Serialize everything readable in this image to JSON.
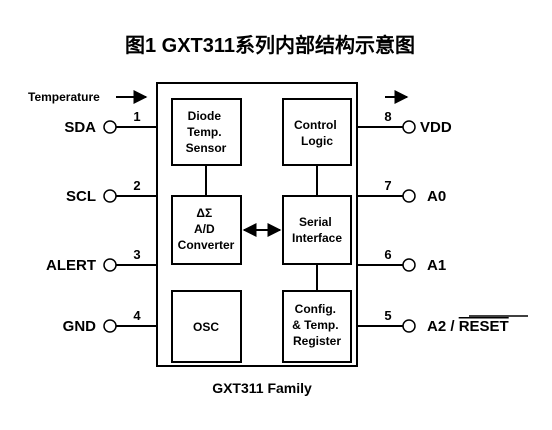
{
  "title": "图1 GXT311系列内部结构示意图",
  "temperature_label": "Temperature",
  "chip_label": "GXT311 Family",
  "blocks": {
    "diode": [
      "Diode",
      "Temp.",
      "Sensor"
    ],
    "control": [
      "Control",
      "Logic"
    ],
    "adc": [
      "ΔΣ",
      "A/D",
      "Converter"
    ],
    "serial": [
      "Serial",
      "Interface"
    ],
    "osc": [
      "OSC"
    ],
    "config": [
      "Config.",
      "& Temp.",
      "Register"
    ]
  },
  "pins_left": [
    {
      "name": "SDA",
      "number": "1"
    },
    {
      "name": "SCL",
      "number": "2"
    },
    {
      "name": "ALERT",
      "number": "3"
    },
    {
      "name": "GND",
      "number": "4"
    }
  ],
  "pins_right": [
    {
      "name": "VDD",
      "number": "8"
    },
    {
      "name": "A0",
      "number": "7"
    },
    {
      "name": "A1",
      "number": "6"
    },
    {
      "name": "A2 / ",
      "overline": "RESET",
      "number": "5"
    }
  ]
}
